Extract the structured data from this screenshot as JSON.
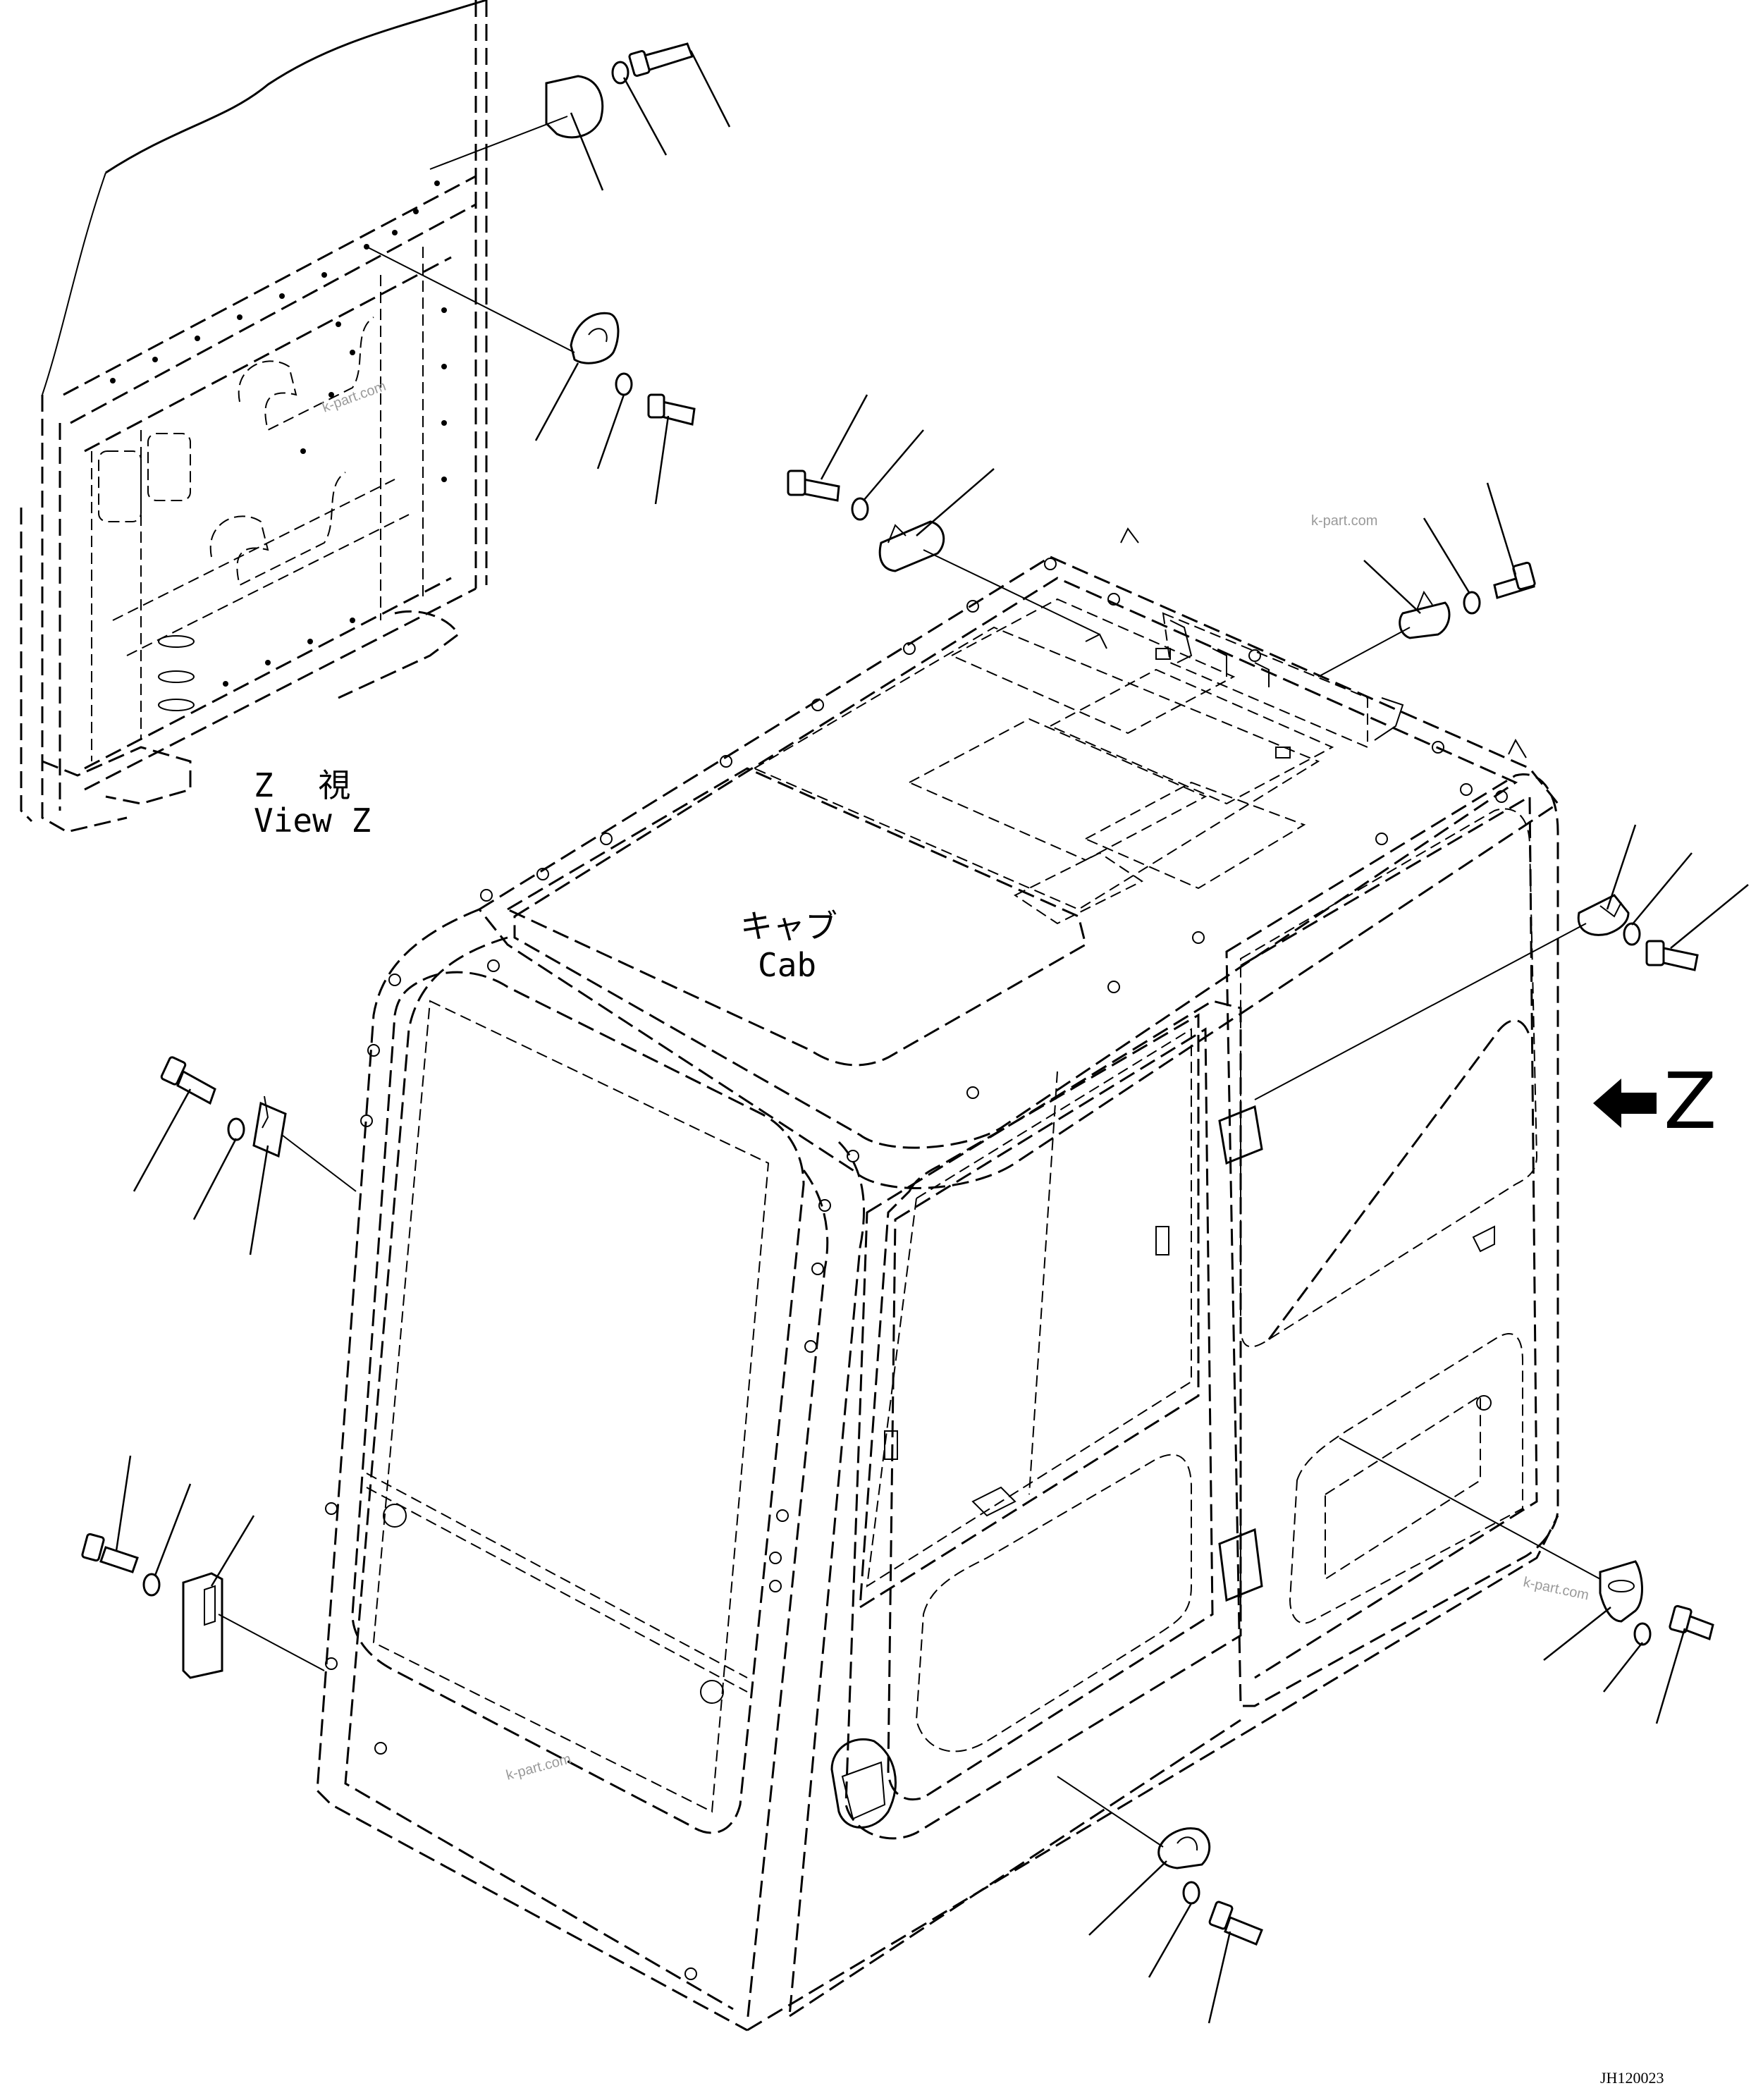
{
  "view_z": {
    "line1": "Z 視",
    "line2": "View Z"
  },
  "cab": {
    "jp": "キャブ",
    "en": "Cab"
  },
  "direction_marker": {
    "letter": "Z"
  },
  "watermarks": [
    "k-part.com",
    "k-part.com",
    "k-part.com",
    "k-part.com"
  ],
  "drawing_code": "JH120023"
}
